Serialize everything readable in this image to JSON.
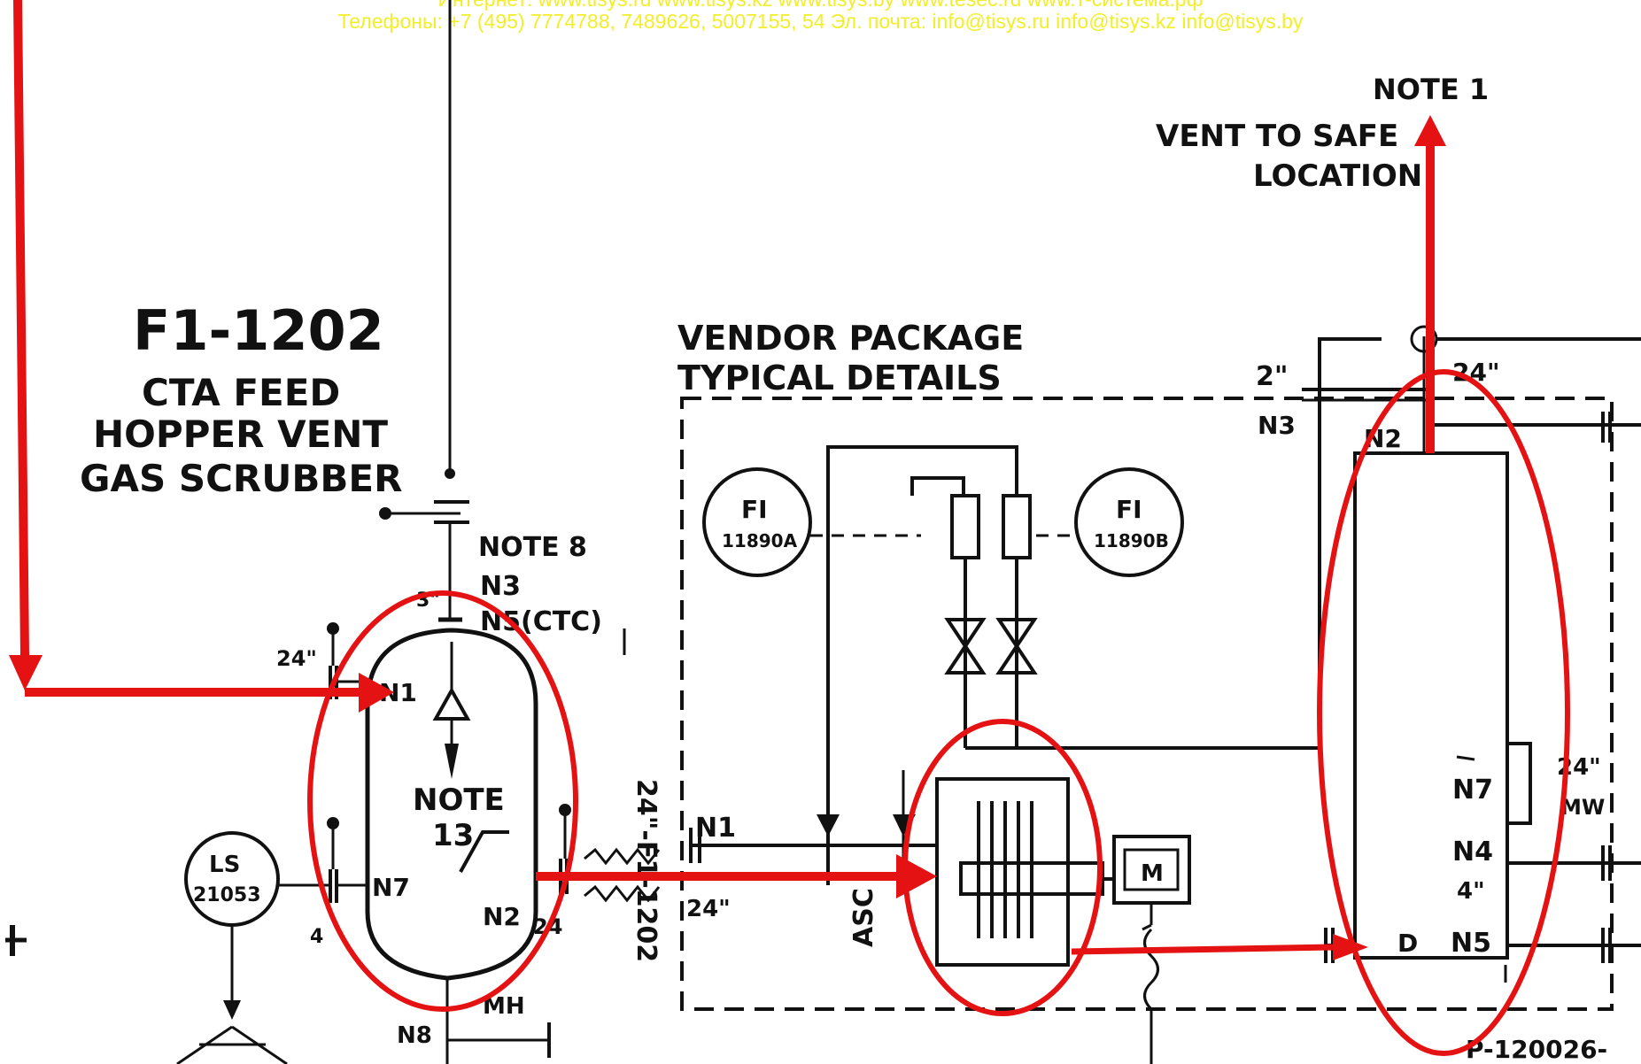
{
  "header": {
    "line1": "Интернет: www.tisys.ru   www.tisys.kz   www.tisys.by   www.tesec.ru   www.т-система.рф",
    "line2": "Телефоны: +7 (495) 7774788, 7489626, 5007155, 54  Эл. почта:  info@tisys.ru  info@tisys.kz   info@tisys.by"
  },
  "scrubber": {
    "tag": "F1-1202",
    "desc1": "CTA FEED",
    "desc2": "HOPPER VENT",
    "desc3": "GAS SCRUBBER",
    "note8": "NOTE 8",
    "n3": "N3",
    "n5": "N5(CTC)",
    "note13a": "NOTE",
    "note13b": "13",
    "n1": "N1",
    "n7": "N7",
    "n2": "N2",
    "size_24a": "24\"",
    "size_24b": "24",
    "size_3": "3\"",
    "size_4": "4",
    "line_tag": "24\"-F1-1202",
    "ls_tag1": "LS",
    "ls_tag2": "21053",
    "mh": "MH",
    "n8": "N8"
  },
  "vendor": {
    "title1": "VENDOR PACKAGE",
    "title2": "TYPICAL DETAILS",
    "fi_left1": "FI",
    "fi_left2": "11890A",
    "fi_right1": "FI",
    "fi_right2": "11890B",
    "n1": "N1",
    "size_24": "24\"",
    "asc": "ASC",
    "motor": "M"
  },
  "tank": {
    "note1": "NOTE 1",
    "vent1": "VENT TO SAFE",
    "vent2": "LOCATION",
    "size_2": "2\"",
    "size_24": "24\"",
    "n3": "N3",
    "n2": "N2",
    "n7": "N7",
    "n4": "N4",
    "size_4": "4\"",
    "n5": "N5",
    "d": "D",
    "side_24": "24\"",
    "side_mw": "MW",
    "bottom_ref": "P-120026-"
  },
  "colors": {
    "highlight": "#e41212",
    "ink": "#111111",
    "header_text": "#f2ee2a"
  }
}
